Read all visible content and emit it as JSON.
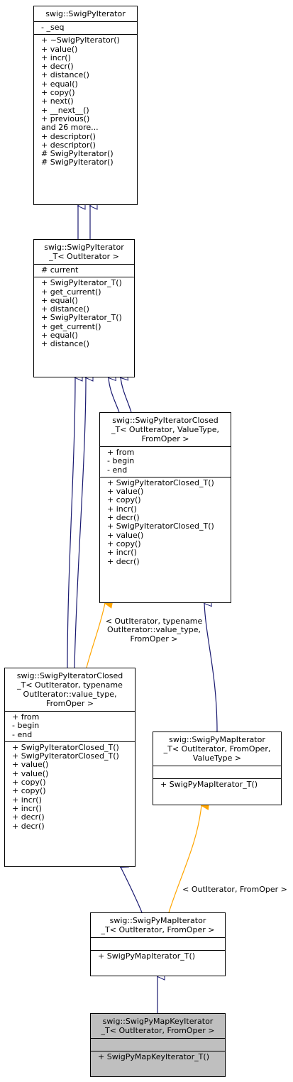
{
  "colors": {
    "inheritance": "#191970",
    "template": "#ffa500",
    "highlight_fill": "#bfbfbf"
  },
  "classes": {
    "py_iterator": {
      "title": [
        "swig::SwigPyIterator"
      ],
      "attributes": [
        "- _seq"
      ],
      "methods": [
        "+ ~SwigPyIterator()",
        "+ value()",
        "+ incr()",
        "+ decr()",
        "+ distance()",
        "+ equal()",
        "+ copy()",
        "+ next()",
        "+ __next__()",
        "+ previous()",
        "and 26 more...",
        "+ descriptor()",
        "+ descriptor()",
        "# SwigPyIterator()",
        "# SwigPyIterator()"
      ]
    },
    "iterator_t": {
      "title": [
        "swig::SwigPyIterator",
        "_T< OutIterator >"
      ],
      "attributes": [
        "# current"
      ],
      "methods": [
        "+ SwigPyIterator_T()",
        "+ get_current()",
        "+ equal()",
        "+ distance()",
        "+ SwigPyIterator_T()",
        "+ get_current()",
        "+ equal()",
        "+ distance()"
      ]
    },
    "closed_generic": {
      "title": [
        "swig::SwigPyIteratorClosed",
        "_T< OutIterator, ValueType,",
        "FromOper >"
      ],
      "attributes": [
        "+ from",
        "- begin",
        "- end"
      ],
      "methods": [
        "+ SwigPyIteratorClosed_T()",
        "+ value()",
        "+ copy()",
        "+ incr()",
        "+ decr()",
        "+ SwigPyIteratorClosed_T()",
        "+ value()",
        "+ copy()",
        "+ incr()",
        "+ decr()"
      ]
    },
    "closed_specialized": {
      "title": [
        "swig::SwigPyIteratorClosed",
        "_T< OutIterator, typename",
        "OutIterator::value_type,",
        "FromOper >"
      ],
      "attributes": [
        "+ from",
        "- begin",
        "- end"
      ],
      "methods": [
        "+ SwigPyIteratorClosed_T()",
        "+ SwigPyIteratorClosed_T()",
        "+ value()",
        "+ value()",
        "+ copy()",
        "+ copy()",
        "+ incr()",
        "+ incr()",
        "+ decr()",
        "+ decr()"
      ]
    },
    "map_generic": {
      "title": [
        "swig::SwigPyMapIterator",
        "_T< OutIterator, FromOper,",
        "ValueType >"
      ],
      "attributes": [],
      "methods": [
        "+ SwigPyMapIterator_T()"
      ]
    },
    "map_specialized": {
      "title": [
        "swig::SwigPyMapIterator",
        "_T< OutIterator, FromOper >"
      ],
      "attributes": [],
      "methods": [
        "+ SwigPyMapIterator_T()"
      ]
    },
    "map_key": {
      "title": [
        "swig::SwigPyMapKeyIterator",
        "_T< OutIterator, FromOper >"
      ],
      "attributes": [],
      "methods": [
        "+ SwigPyMapKeyIterator_T()"
      ]
    }
  },
  "edge_labels": {
    "closed_template_args": [
      "< OutIterator, typename",
      "OutIterator::value_type,",
      "FromOper >"
    ],
    "map_template_args": [
      "< OutIterator, FromOper >"
    ]
  }
}
